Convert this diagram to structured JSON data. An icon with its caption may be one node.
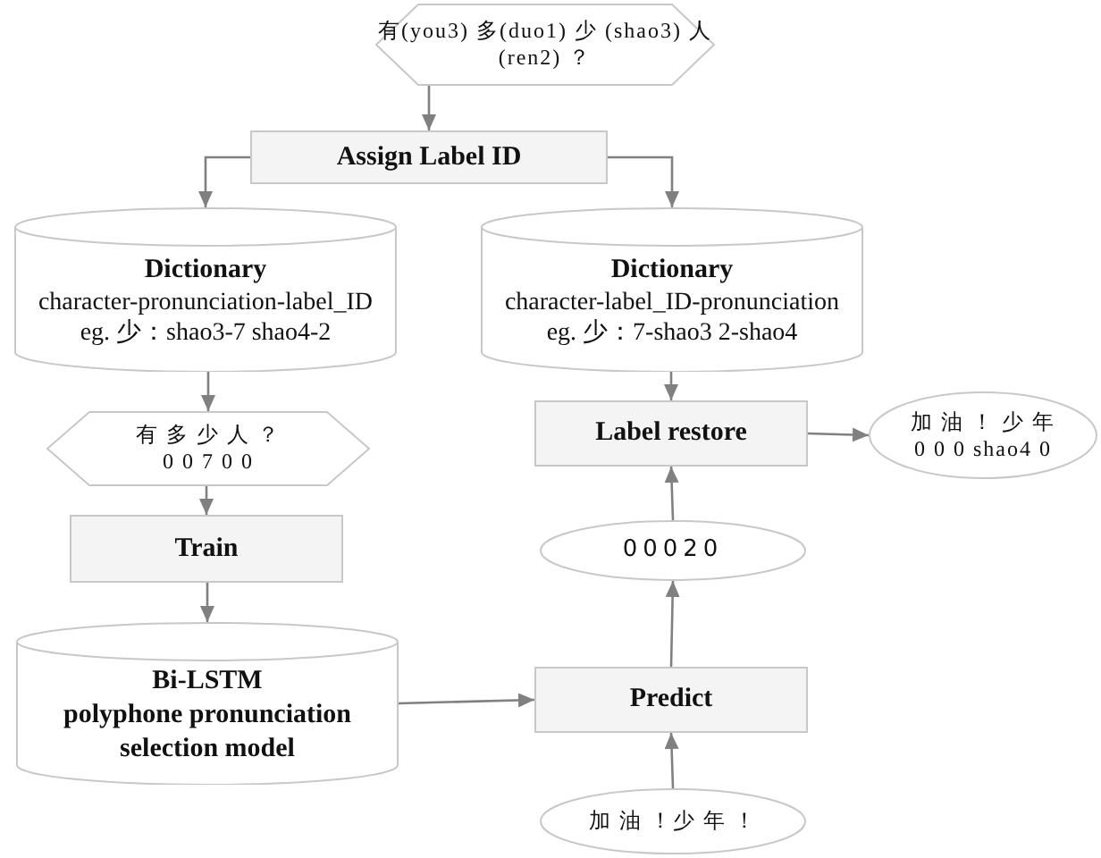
{
  "diagram": {
    "nodes": [
      {
        "text": [
          "有(you3) 多(duo1) 少 (shao3) 人(ren2) ？"
        ]
      },
      {
        "text": [
          "Assign Label ID"
        ]
      },
      {
        "text": [
          "Dictionary",
          "character-pronunciation-label_ID",
          "eg. 少：shao3-7 shao4-2"
        ]
      },
      {
        "text": [
          "Dictionary",
          "character-label_ID-pronunciation",
          "eg. 少：7-shao3 2-shao4"
        ]
      },
      {
        "text": [
          "有 多 少 人 ？",
          "0 0 7 0 0"
        ]
      },
      {
        "text": [
          "Train"
        ]
      },
      {
        "text": [
          "Bi-LSTM",
          "polyphone pronunciation selection model"
        ]
      },
      {
        "text": [
          "Label restore"
        ]
      },
      {
        "text": [
          "加 油 ！ 少 年",
          "0 0 0 shao4 0"
        ]
      },
      {
        "text": [
          "00020"
        ]
      },
      {
        "text": [
          "Predict"
        ]
      },
      {
        "text": [
          "加 油 ！少 年 ！"
        ]
      }
    ],
    "edges": [
      {
        "from": 0,
        "to": 1,
        "arrow": "to"
      },
      {
        "from": 1,
        "to": 2,
        "arrow": "to"
      },
      {
        "from": 1,
        "to": 3,
        "arrow": "to"
      },
      {
        "from": 2,
        "to": 4,
        "arrow": "to"
      },
      {
        "from": 4,
        "to": 5,
        "arrow": "to"
      },
      {
        "from": 5,
        "to": 6,
        "arrow": "to"
      },
      {
        "from": 6,
        "to": 10,
        "arrow": "to"
      },
      {
        "from": 11,
        "to": 10,
        "arrow": "to"
      },
      {
        "from": 10,
        "to": 9,
        "arrow": "to"
      },
      {
        "from": 9,
        "to": 7,
        "arrow": "to"
      },
      {
        "from": 3,
        "to": 7,
        "arrow": "to"
      },
      {
        "from": 7,
        "to": 8,
        "arrow": "to"
      }
    ]
  }
}
